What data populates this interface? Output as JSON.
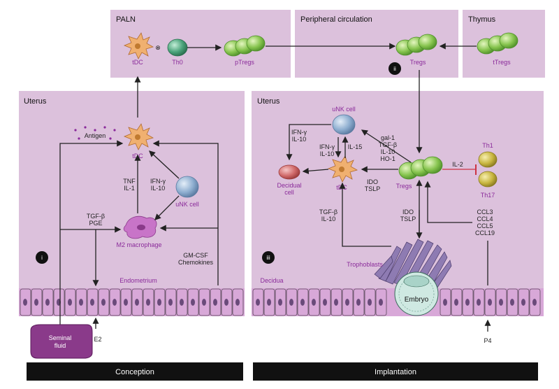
{
  "panels": {
    "paln": "PALN",
    "peripheral": "Peripheral circulation",
    "thymus": "Thymus",
    "uterus_left": "Uterus",
    "uterus_right": "Uterus"
  },
  "labels": {
    "tdc_top": "tDC",
    "th0": "Th0",
    "ptregs": "pTregs",
    "tregs_top": "Tregs",
    "ttregs": "tTregs",
    "antigen": "Antigen",
    "tdc_left": "tDC",
    "tnf": "TNF",
    "il1": "IL-1",
    "ifng_left": "IFN-γ",
    "il10_left": "IL-10",
    "unk_left": "uNK cell",
    "tgfb_left": "TGF-β",
    "pge": "PGE",
    "m2": "M2 macrophage",
    "gmcsf": "GM-CSF",
    "chemokines": "Chemokines",
    "endometrium": "Endometrium",
    "seminal1": "Seminal",
    "seminal2": "fluid",
    "e2": "E2",
    "unk_right": "uNK cell",
    "ifng_r1": "IFN-γ",
    "il10_r1": "IL-10",
    "ifng_r2": "IFN-γ",
    "il10_r2": "IL-10",
    "il15": "IL-15",
    "gal1": "gal-1",
    "tgfb_r1": "TGF-β",
    "il10_r3": "IL-10",
    "ho1": "HO-1",
    "decidual1": "Decidual",
    "decidual2": "cell",
    "tdc_right": "tDC",
    "ido_r1": "IDO",
    "tslp_r1": "TSLP",
    "tregs_right": "Tregs",
    "il2": "IL-2",
    "th1": "Th1",
    "th17": "Th17",
    "tgfb_r2": "TGF-β",
    "il10_r4": "IL-10",
    "ido_r2": "IDO",
    "tslp_r2": "TSLP",
    "ccl3": "CCL3",
    "ccl4": "CCL4",
    "ccl5": "CCL5",
    "ccl19": "CCL19",
    "trophoblasts": "Trophoblasts",
    "embryo": "Embryo",
    "decidua": "Decidua",
    "p4": "P4"
  },
  "markers": {
    "i": "i",
    "ii": "ii",
    "iii": "iii"
  },
  "bars": {
    "conception": "Conception",
    "implantation": "Implantation"
  },
  "colors": {
    "panel": "#dcc1dc",
    "label_purple": "#8a2a9a",
    "treg_green": "#7fc04a",
    "th0_teal": "#4aa37a",
    "unk_blue": "#86a6c8",
    "th_yellow": "#c8b640",
    "m2_magenta": "#c874c8",
    "tdc_orange": "#f0b070",
    "trophoblast": "#8e7bb2",
    "seminal": "#8a3a8a",
    "il2_red": "#cc3344"
  }
}
